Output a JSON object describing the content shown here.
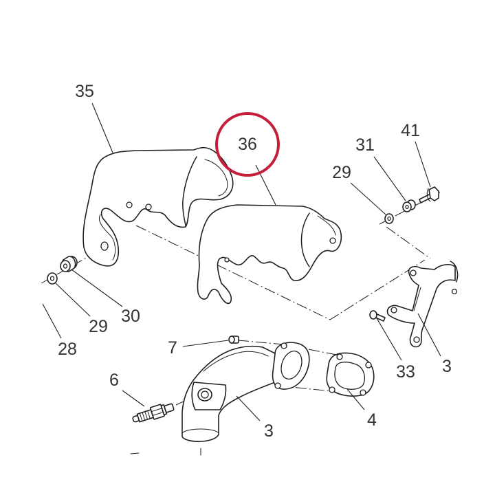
{
  "callouts": [
    {
      "label": "35"
    },
    {
      "label": "36",
      "highlighted": true
    },
    {
      "label": "41"
    },
    {
      "label": "31"
    },
    {
      "label": "29"
    },
    {
      "label": "29"
    },
    {
      "label": "30"
    },
    {
      "label": "28"
    },
    {
      "label": "7"
    },
    {
      "label": "6"
    },
    {
      "label": "3"
    },
    {
      "label": "4"
    },
    {
      "label": "33"
    },
    {
      "label": "3"
    }
  ],
  "colors": {
    "line": "#1e1e1e",
    "label": "#333333",
    "highlight": "#c41e3a",
    "background": "#ffffff"
  }
}
